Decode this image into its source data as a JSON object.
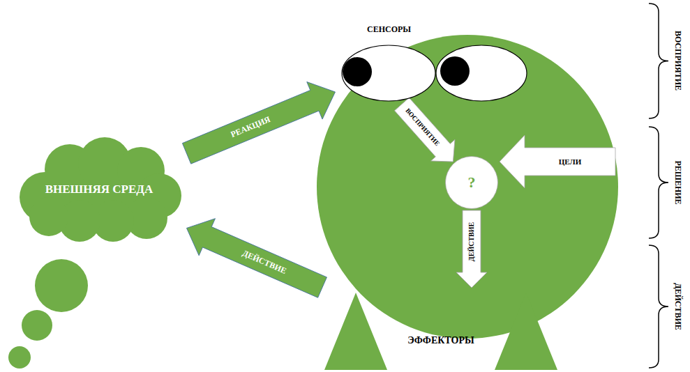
{
  "diagram": {
    "nodes": [
      {
        "text": [
          "ВНЕШНЯЯ СРЕДА"
        ]
      },
      {
        "text": [
          "СЕНСОРЫ"
        ]
      },
      {
        "text": [
          "?"
        ]
      },
      {
        "text": [
          "ЭФФЕКТОРЫ"
        ]
      }
    ],
    "edges": [
      {
        "from": 0,
        "to": 1,
        "arrow": "to",
        "label": "РЕАКЦИЯ"
      },
      {
        "from": 1,
        "to": 2,
        "arrow": "to",
        "label": "ВОСПРИЯТИЕ"
      },
      {
        "from": 2,
        "to": 3,
        "arrow": "to",
        "label": "ДЕЙСТВИЕ"
      },
      {
        "from": 3,
        "to": 0,
        "arrow": "to",
        "label": "ДЕЙСТВИЕ"
      }
    ],
    "labels": [
      "ЦЕЛИ",
      "ВОСПРИЯТИЕ",
      "РЕШЕНИЕ",
      "ДЕЙСТВИЕ"
    ]
  }
}
